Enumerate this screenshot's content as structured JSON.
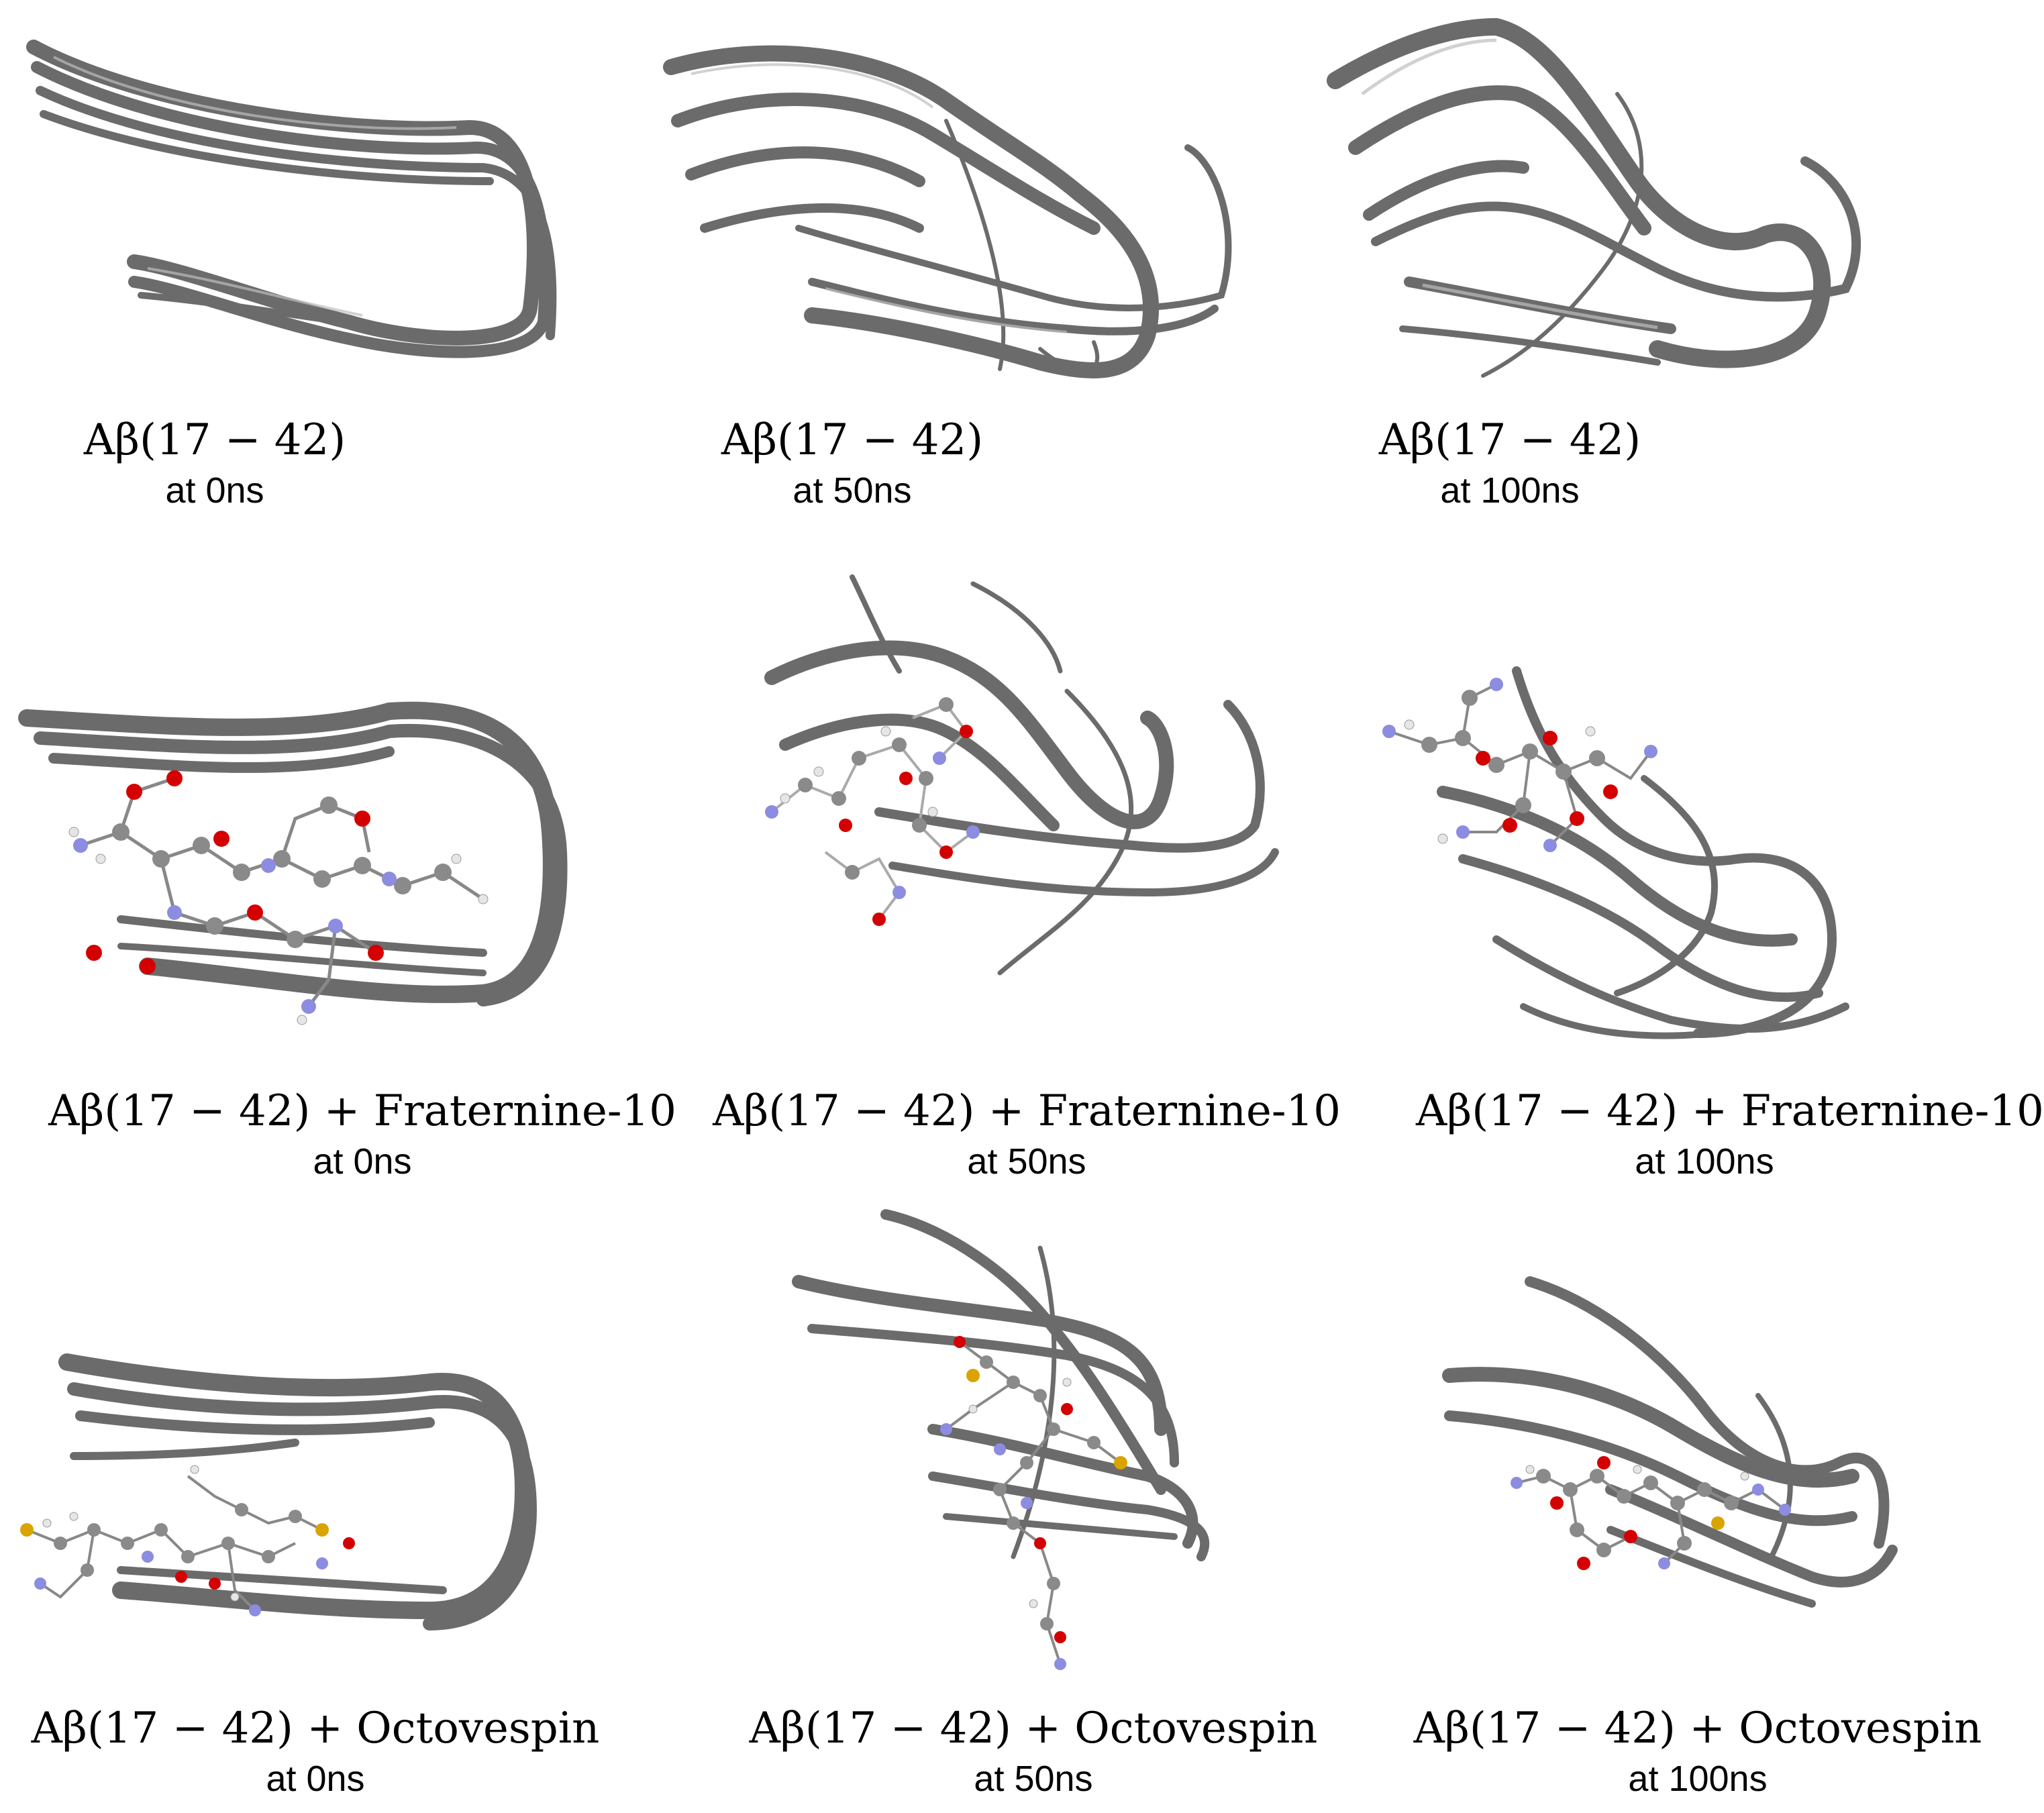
{
  "panels": [
    {
      "id": "p1",
      "line1": "Aβ(17 − 42)",
      "line2": "at 0ns",
      "ligand": "none",
      "time": "0ns"
    },
    {
      "id": "p2",
      "line1": "Aβ(17 − 42)",
      "line2": "at 50ns",
      "ligand": "none",
      "time": "50ns"
    },
    {
      "id": "p3",
      "line1": "Aβ(17 − 42)",
      "line2": "at 100ns",
      "ligand": "none",
      "time": "100ns"
    },
    {
      "id": "p4",
      "line1": "Aβ(17 − 42) + Fraternine-10",
      "line2": "at 0ns",
      "ligand": "Fraternine-10",
      "time": "0ns"
    },
    {
      "id": "p5",
      "line1": "Aβ(17 − 42) + Fraternine-10",
      "line2": "at 50ns",
      "ligand": "Fraternine-10",
      "time": "50ns"
    },
    {
      "id": "p6",
      "line1": "Aβ(17 − 42) + Fraternine-10",
      "line2": "at 100ns",
      "ligand": "Fraternine-10",
      "time": "100ns"
    },
    {
      "id": "p7",
      "line1": "Aβ(17 − 42) + Octovespin",
      "line2": "at 0ns",
      "ligand": "Octovespin",
      "time": "0ns"
    },
    {
      "id": "p8",
      "line1": "Aβ(17 − 42) + Octovespin",
      "line2": "at 50ns",
      "ligand": "Octovespin",
      "time": "50ns"
    },
    {
      "id": "p9",
      "line1": "Aβ(17 − 42) + Octovespin",
      "line2": "at 100ns",
      "ligand": "Octovespin",
      "time": "100ns"
    }
  ],
  "colors": {
    "ribbon": "#6e6e6e",
    "ribbon_highlight": "#bdbdbd",
    "carbon": "#8a8a8a",
    "oxygen": "#d40000",
    "nitrogen": "#8c8ce0",
    "hydrogen": "#e6e6e6",
    "sulfur": "#d9a400"
  }
}
